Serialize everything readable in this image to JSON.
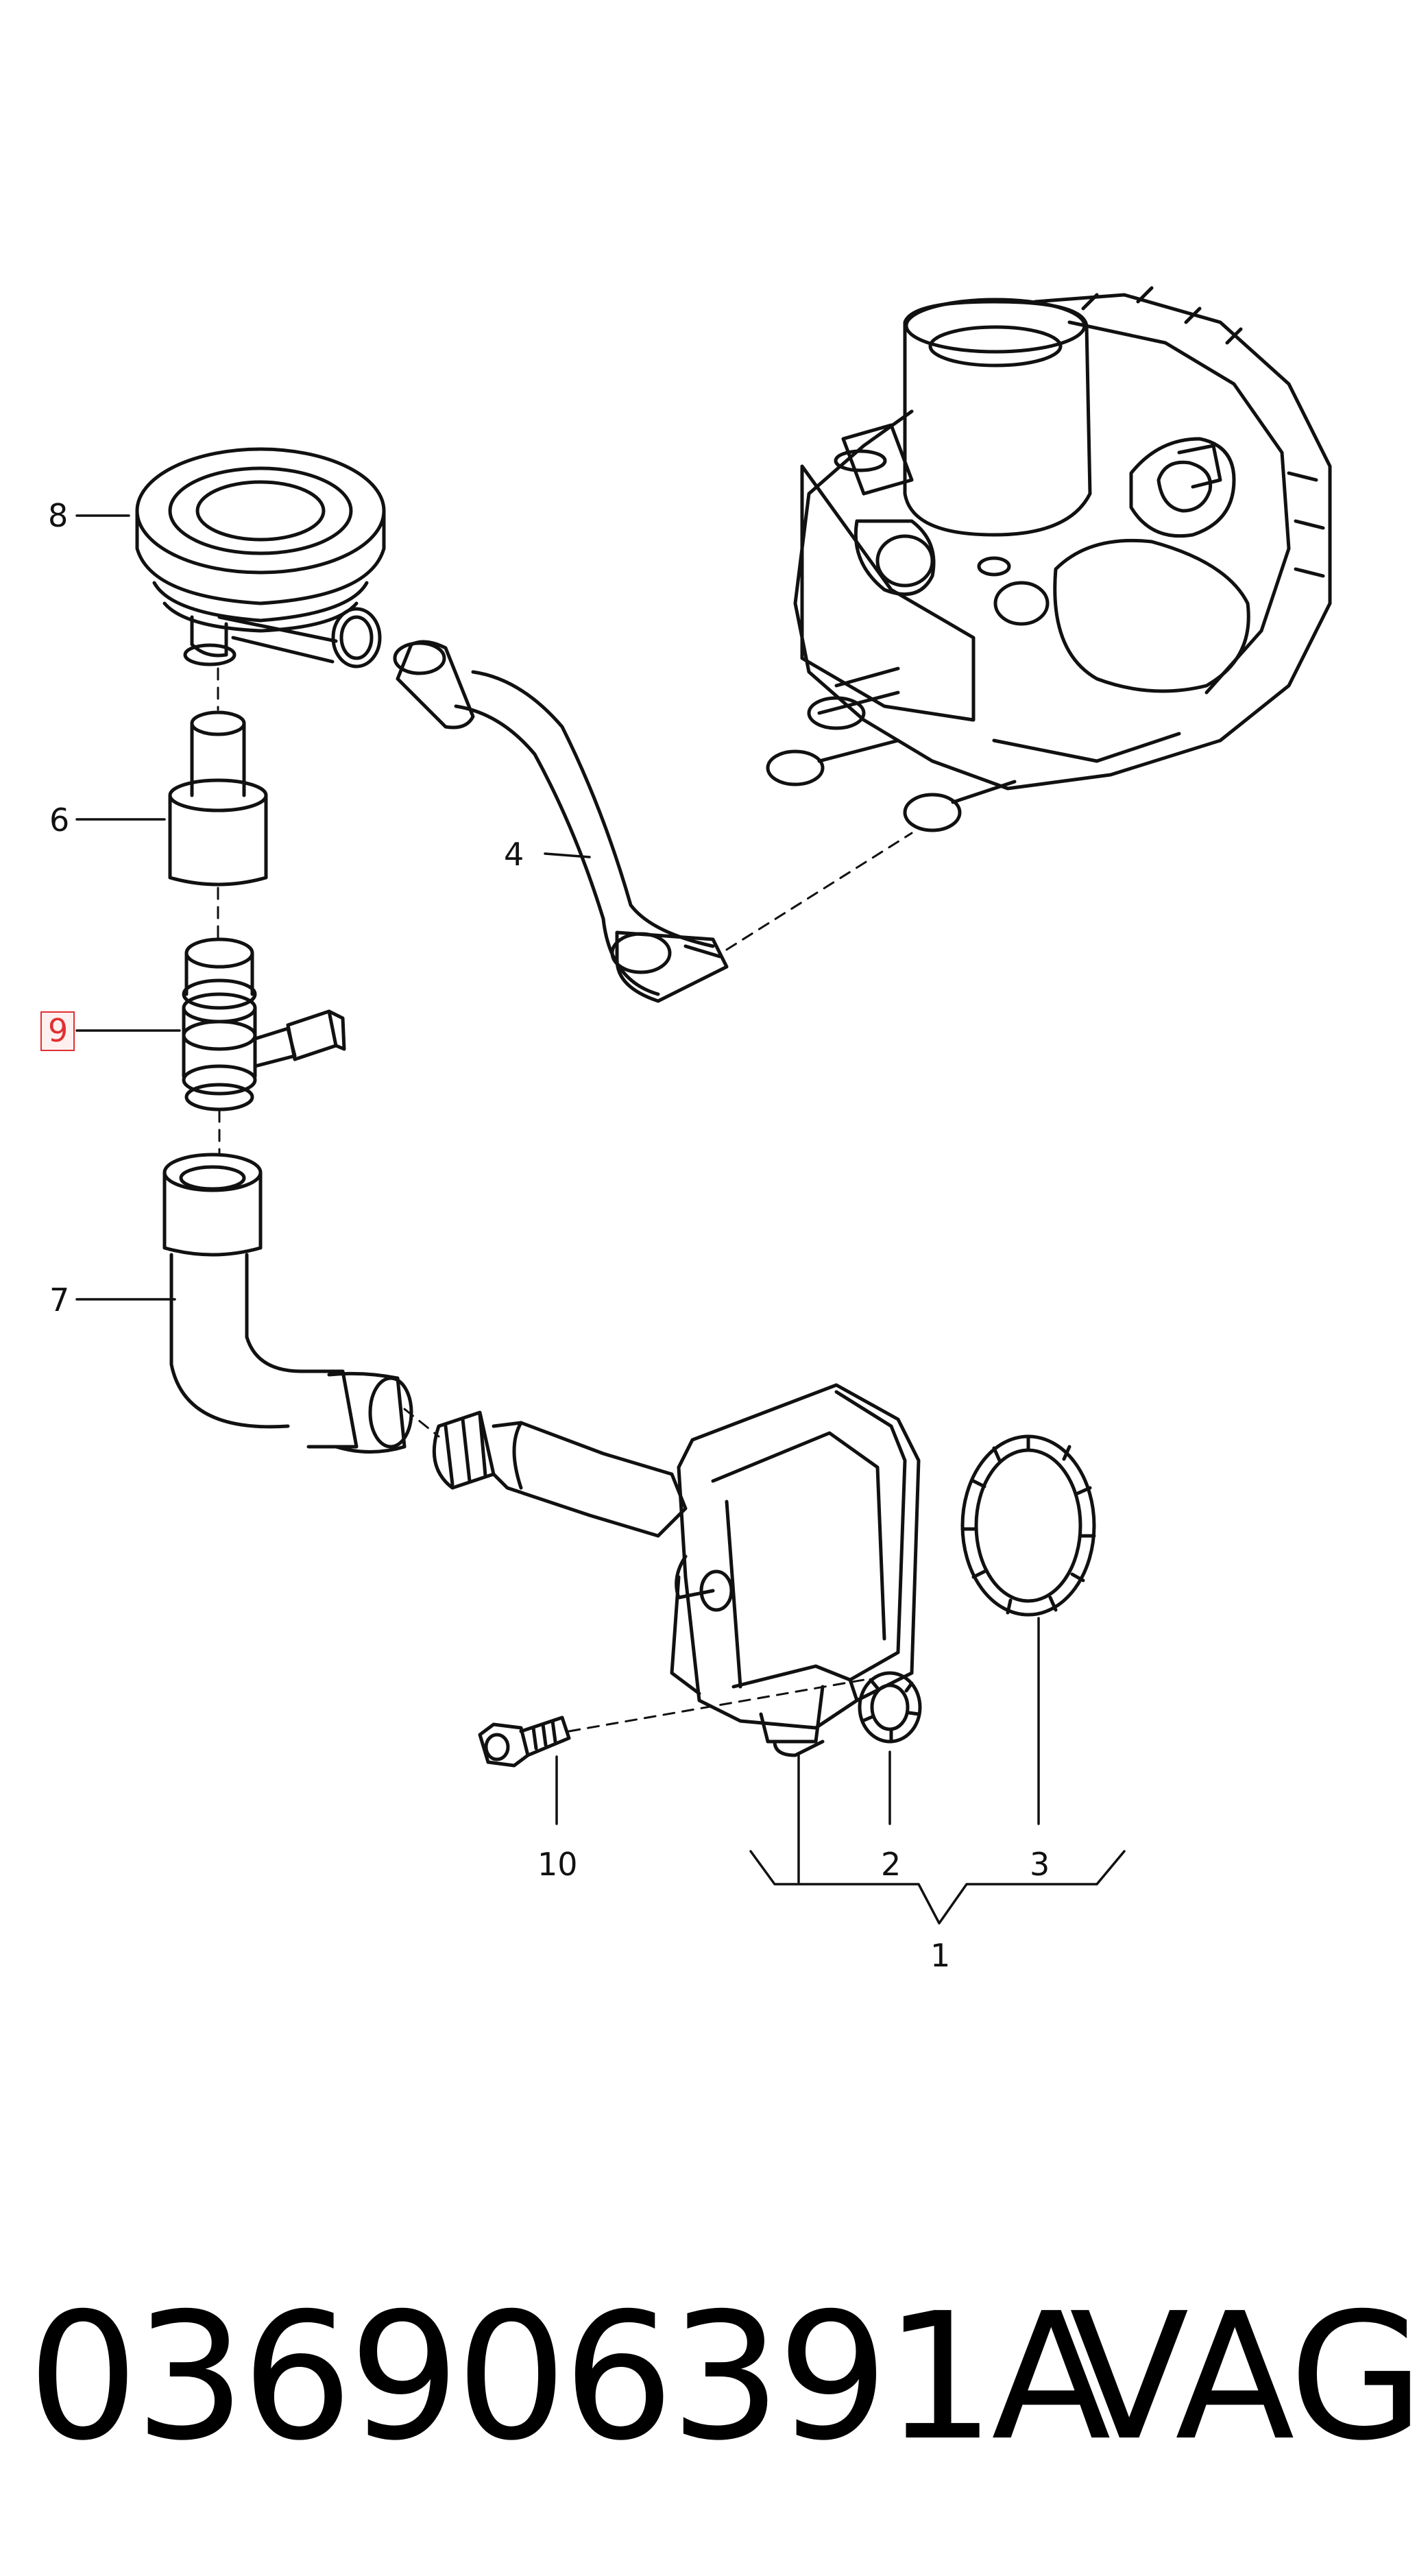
{
  "callouts": {
    "c1": "1",
    "c2": "2",
    "c3": "3",
    "c4": "4",
    "c6": "6",
    "c7": "7",
    "c8": "8",
    "c9": "9",
    "c10": "10"
  },
  "highlighted_callout": "9",
  "highlight_color": "#e03030",
  "footer": {
    "part_number": "036906391A",
    "brand": "VAG"
  }
}
